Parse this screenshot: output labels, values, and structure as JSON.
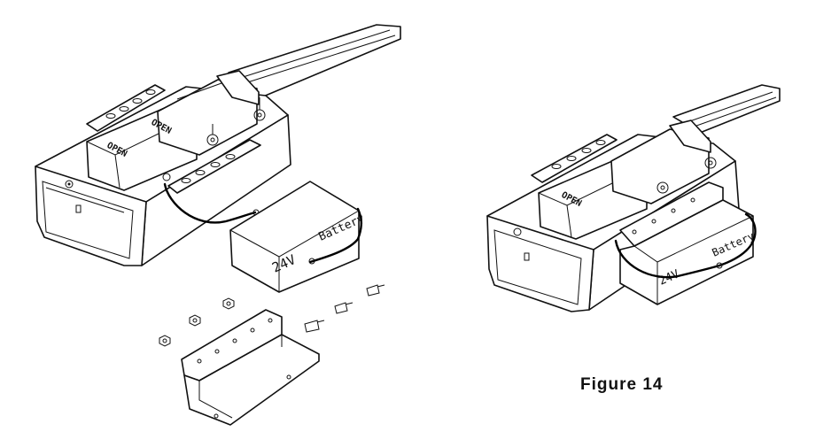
{
  "figure": {
    "caption": "Figure 14"
  },
  "unit_labels": {
    "open": "OPEN"
  },
  "battery": {
    "brand": "Battery",
    "voltage": "24V"
  }
}
